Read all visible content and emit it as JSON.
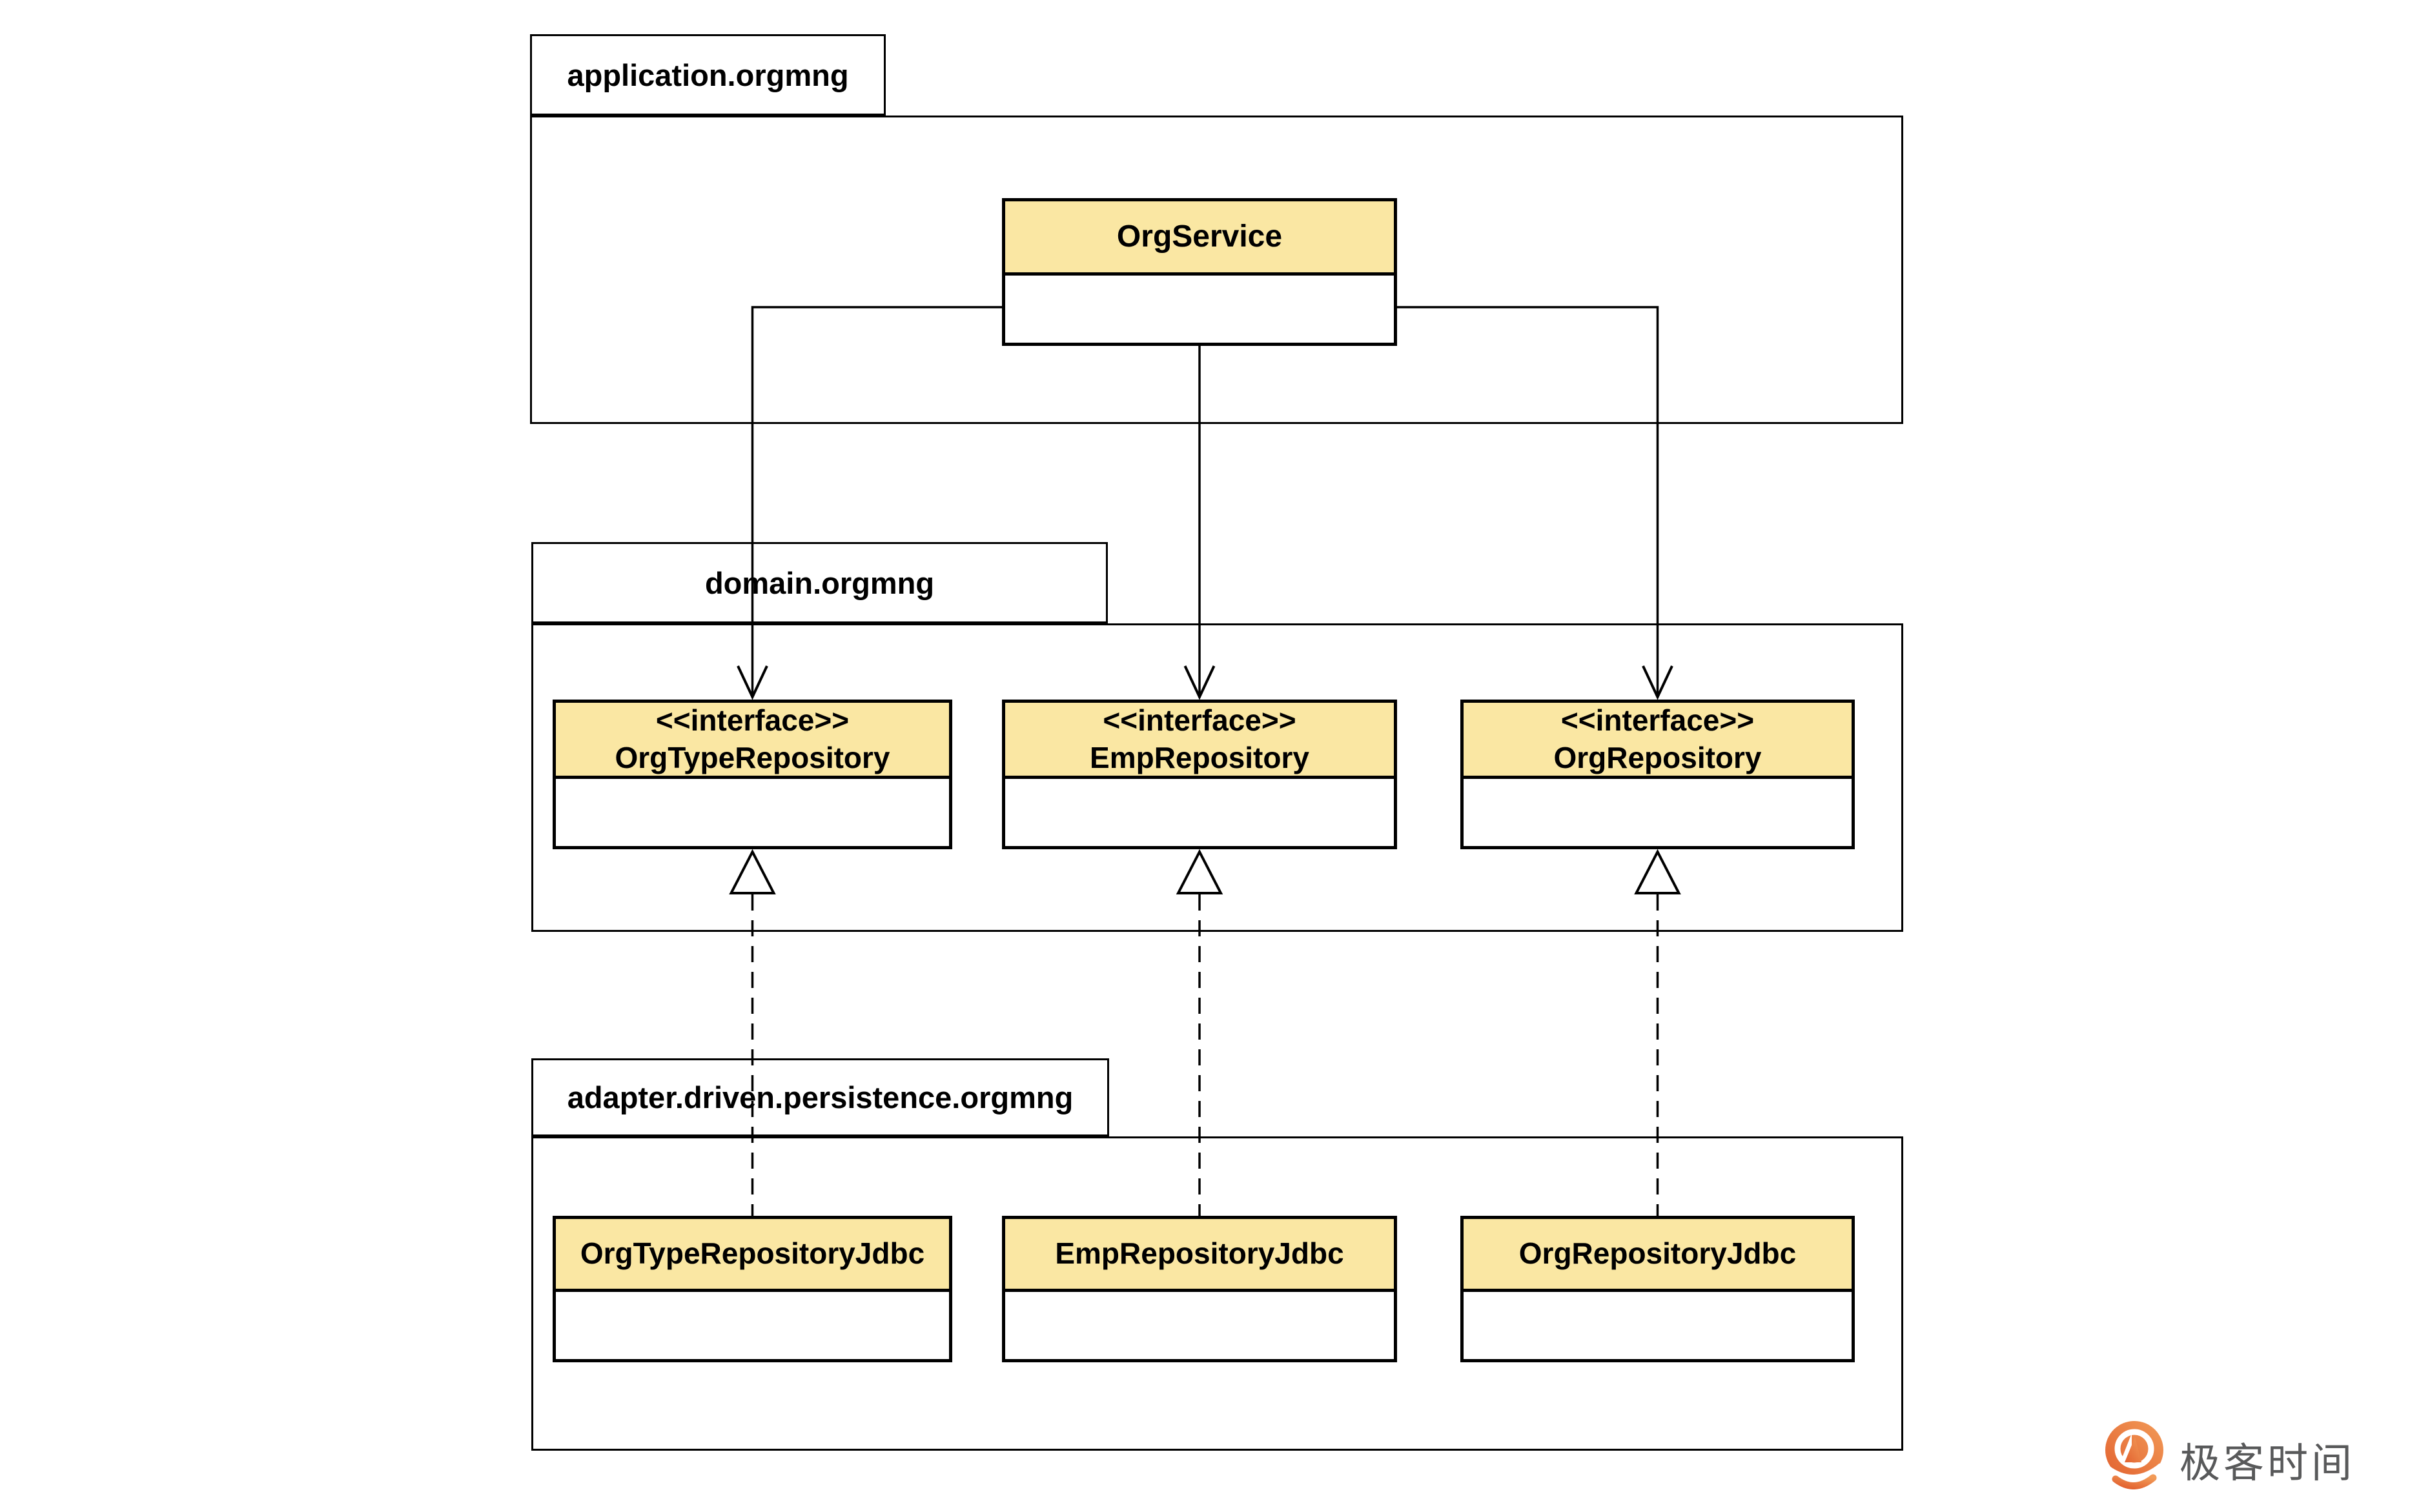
{
  "diagram_title": "hexagonal-architecture-packages",
  "packages": [
    {
      "id": "application",
      "label": "application.orgmng"
    },
    {
      "id": "domain",
      "label": "domain.orgmng"
    },
    {
      "id": "adapter",
      "label": "adapter.driven.persistence.orgmng"
    }
  ],
  "classes": [
    {
      "id": "org-service",
      "stereotype": "",
      "name": "OrgService",
      "package": "application.orgmng"
    },
    {
      "id": "org-type-repository",
      "stereotype": "<<interface>>",
      "name": "OrgTypeRepository",
      "package": "domain.orgmng"
    },
    {
      "id": "emp-repository",
      "stereotype": "<<interface>>",
      "name": "EmpRepository",
      "package": "domain.orgmng"
    },
    {
      "id": "org-repository",
      "stereotype": "<<interface>>",
      "name": "OrgRepository",
      "package": "domain.orgmng"
    },
    {
      "id": "org-type-repository-jdbc",
      "stereotype": "",
      "name": "OrgTypeRepositoryJdbc",
      "package": "adapter.driven.persistence.orgmng"
    },
    {
      "id": "emp-repository-jdbc",
      "stereotype": "",
      "name": "EmpRepositoryJdbc",
      "package": "adapter.driven.persistence.orgmng"
    },
    {
      "id": "org-repository-jdbc",
      "stereotype": "",
      "name": "OrgRepositoryJdbc",
      "package": "adapter.driven.persistence.orgmng"
    }
  ],
  "relations": [
    {
      "type": "dependency",
      "from": "OrgService",
      "to": "OrgTypeRepository",
      "line": "solid",
      "arrowhead": "open"
    },
    {
      "type": "dependency",
      "from": "OrgService",
      "to": "EmpRepository",
      "line": "solid",
      "arrowhead": "open"
    },
    {
      "type": "dependency",
      "from": "OrgService",
      "to": "OrgRepository",
      "line": "solid",
      "arrowhead": "open"
    },
    {
      "type": "realization",
      "from": "OrgTypeRepositoryJdbc",
      "to": "OrgTypeRepository",
      "line": "dashed",
      "arrowhead": "hollow-triangle"
    },
    {
      "type": "realization",
      "from": "EmpRepositoryJdbc",
      "to": "EmpRepository",
      "line": "dashed",
      "arrowhead": "hollow-triangle"
    },
    {
      "type": "realization",
      "from": "OrgRepositoryJdbc",
      "to": "OrgRepository",
      "line": "dashed",
      "arrowhead": "hollow-triangle"
    }
  ],
  "watermark": {
    "text": "极客时间"
  },
  "colors": {
    "background": "#FFFFFF",
    "border": "#000000",
    "class_header_fill": "#FAE7A3",
    "logo_orange_start": "#E2612F",
    "logo_orange_end": "#F29B58",
    "logo_text_color": "#58595A"
  }
}
